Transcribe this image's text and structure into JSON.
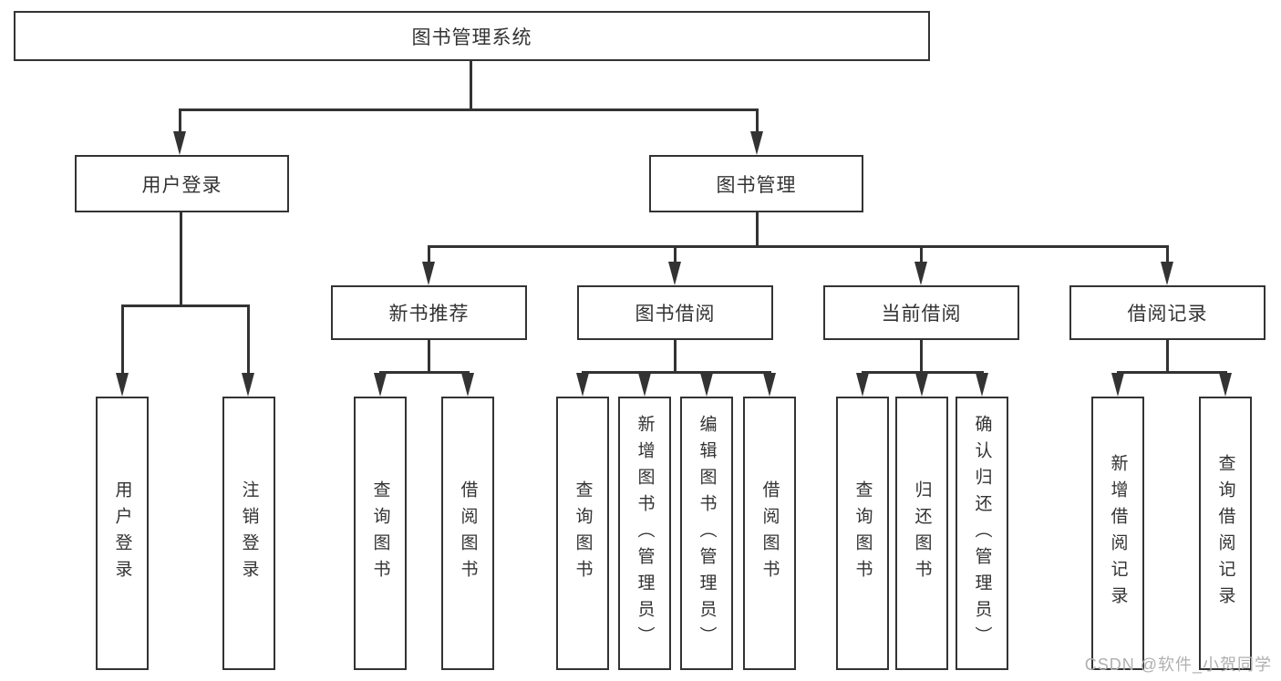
{
  "diagram": {
    "root": {
      "label": "图书管理系统"
    },
    "user_login": {
      "label": "用户登录",
      "children": [
        "用户登录",
        "注销登录"
      ]
    },
    "book_mgmt": {
      "label": "图书管理"
    },
    "new_books": {
      "label": "新书推荐",
      "children": [
        "查询图书",
        "借阅图书"
      ]
    },
    "book_borrow": {
      "label": "图书借阅",
      "children": [
        "查询图书",
        "新增图书（管理员）",
        "编辑图书（管理员）",
        "借阅图书"
      ]
    },
    "current_borrow": {
      "label": "当前借阅",
      "children": [
        "查询图书",
        "归还图书",
        "确认归还（管理员）"
      ]
    },
    "borrow_records": {
      "label": "借阅记录",
      "children": [
        "新增借阅记录",
        "查询借阅记录"
      ]
    }
  },
  "watermark": {
    "text": "CSDN @软件_小贺同学"
  },
  "colors": {
    "line": "#333333",
    "text": "#333333",
    "background": "#ffffff",
    "watermark": "#b0b0b0"
  }
}
